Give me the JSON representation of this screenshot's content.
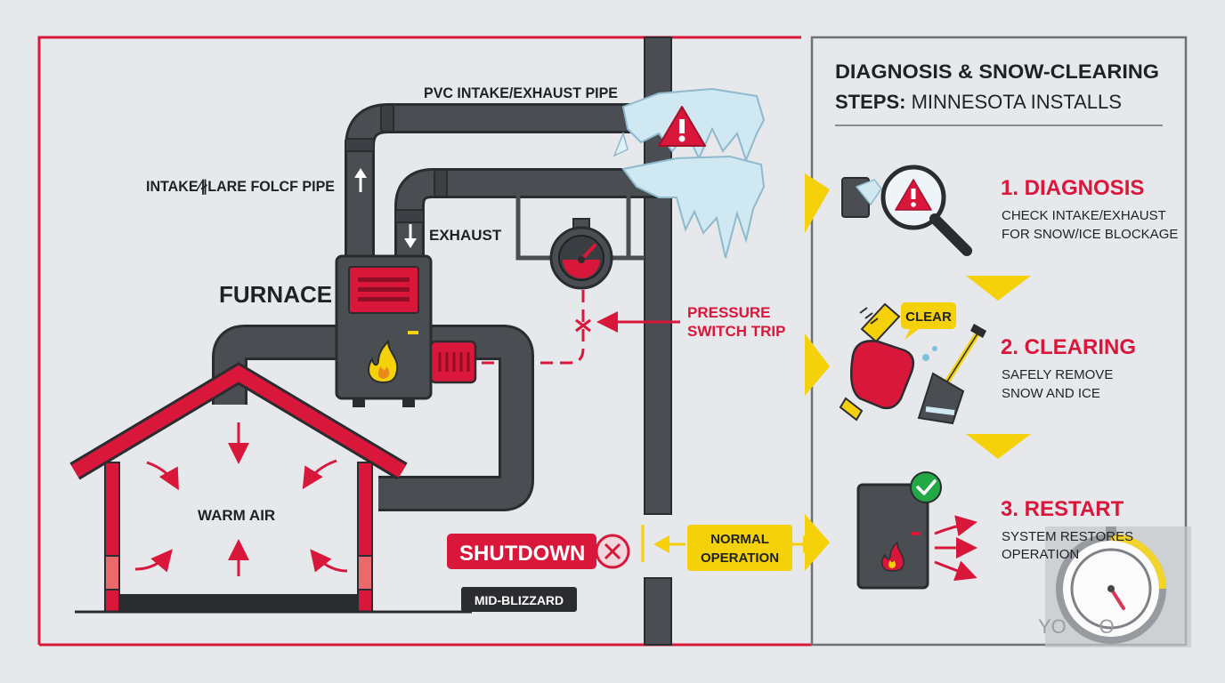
{
  "colors": {
    "background": "#e6e8eb",
    "pipe": "#4a4d52",
    "accent_red": "#d9173b",
    "accent_yellow": "#f5d10a",
    "ice": "#cfe8f2",
    "ok_green": "#22a845"
  },
  "diagram": {
    "pipe_label": "PVC INTAKE/EXHAUST PIPE",
    "intake_label": "INTAKE∕∦LARE FOLCF PIPE",
    "exhaust_label": "EXHAUST",
    "furnace_label": "FURNACE",
    "pressure_label_1": "PRESSURE",
    "pressure_label_2": "SWITCH TRIP",
    "warm_air_label": "WARM AIR",
    "shutdown_label": "SHUTDOWN",
    "normal_label_1": "NORMAL",
    "normal_label_2": "OPERATION",
    "blizzard_label": "MID-BLIZZARD"
  },
  "panel": {
    "title_line_1": "DIAGNOSIS & SNOW-CLEARING",
    "title_line_2a": "STEPS: ",
    "title_line_2b": "MINNESOTA INSTALLS",
    "steps": [
      {
        "title": "1. DIAGNOSIS",
        "line1": "CHECK INTAKE/EXHAUST",
        "line2": "FOR SNOW/ICE BLOCKAGE",
        "icon": "magnifier-warning-icon"
      },
      {
        "title": "2. CLEARING",
        "line1": "SAFELY REMOVE",
        "line2": "SNOW AND ICE",
        "icon": "brush-shovel-icon",
        "badge": "CLEAR"
      },
      {
        "title": "3. RESTART",
        "line1": "SYSTEM RESTORES",
        "line2": "OPERATION",
        "icon": "furnace-check-icon"
      }
    ],
    "watermark_text": "YO      O"
  },
  "icons": [
    "warning-icon",
    "flame-icon",
    "pressure-gauge-icon",
    "close-circle-icon",
    "arrow-right-icon",
    "gauge-watermark-icon"
  ]
}
